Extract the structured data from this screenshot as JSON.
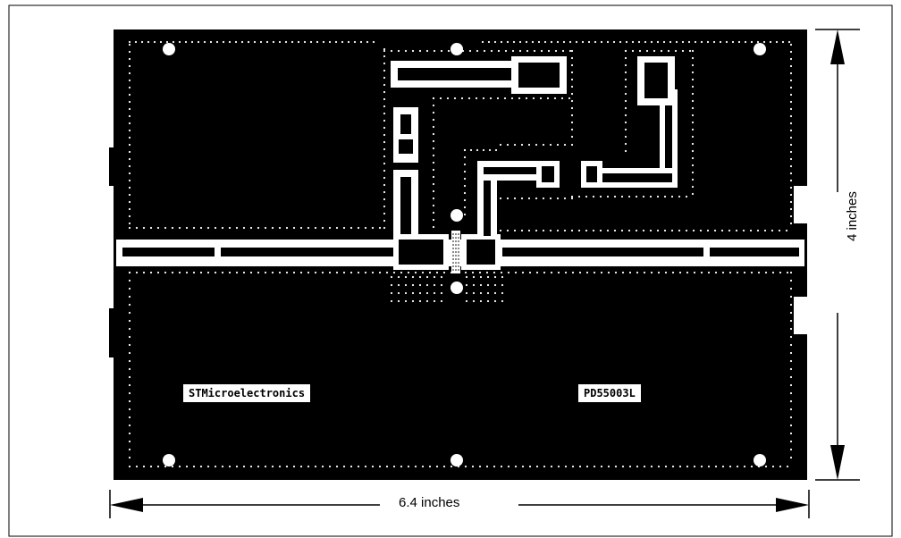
{
  "figure": {
    "board": {
      "silkscreen_brand": "STMicroelectronics",
      "silkscreen_part": "PD55003L",
      "copper_color": "#000000",
      "substrate_color": "#ffffff"
    },
    "dimensions": {
      "width_label": "6.4 inches",
      "height_label": "4 inches"
    }
  }
}
